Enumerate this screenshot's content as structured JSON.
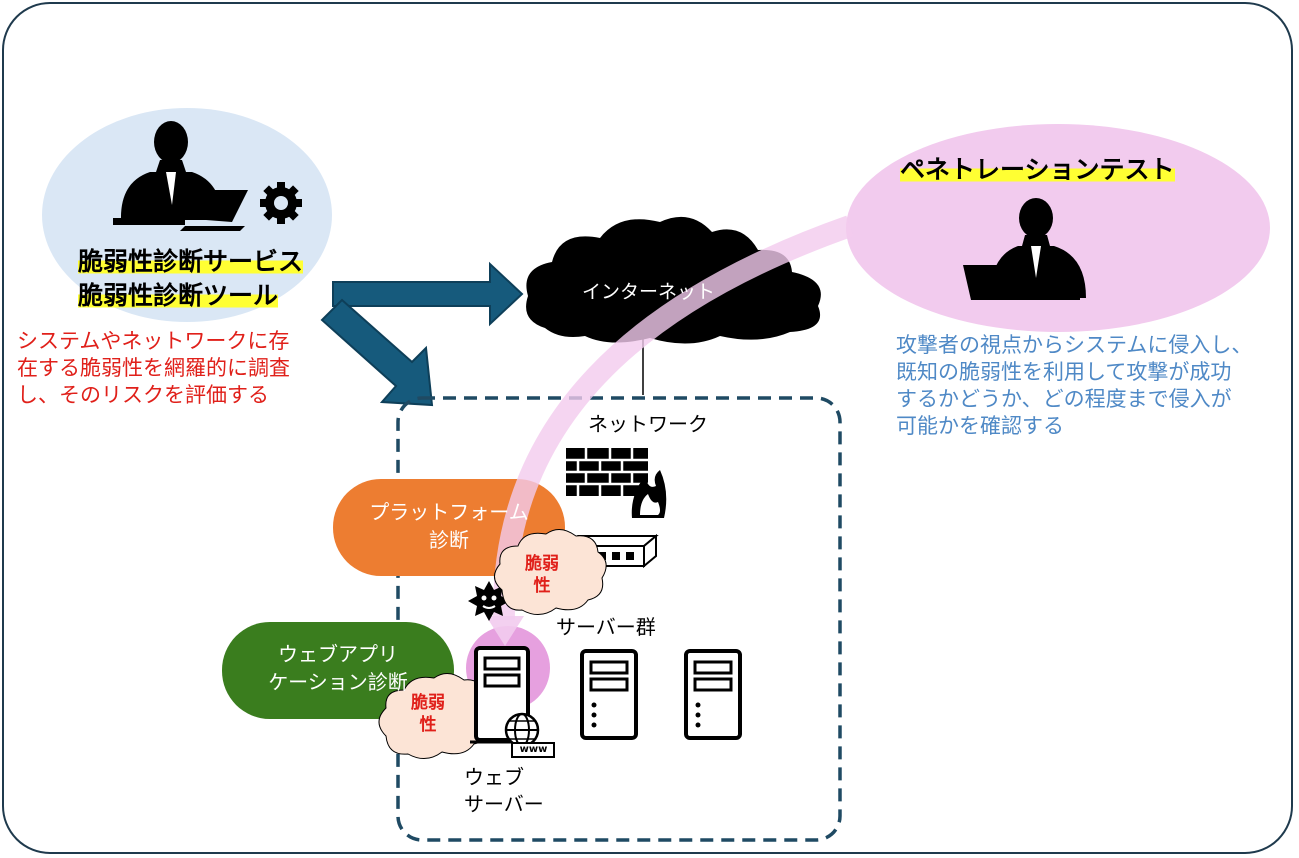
{
  "left_tool": {
    "title_line1": "脆弱性診断サービス",
    "title_line2": "脆弱性診断ツール",
    "description": [
      "システムやネットワークに存",
      "在する脆弱性を網羅的に調査",
      "し、そのリスクを評価する"
    ]
  },
  "right_test": {
    "title": "ペネトレーションテスト",
    "description": [
      "攻撃者の視点からシステムに侵入し、",
      "既知の脆弱性を利用して攻撃が成功",
      "するかどうか、どの程度まで侵入が",
      "可能かを確認する"
    ]
  },
  "internet_label": "インターネット",
  "network_label": "ネットワーク",
  "platform_label": [
    "プラットフォーム",
    "診断"
  ],
  "webapp_label": [
    "ウェブアプリ",
    "ケーション診断"
  ],
  "vuln_label": [
    "脆弱",
    "性"
  ],
  "server_group_label": "サーバー群",
  "web_server_label": [
    "ウェブ",
    "サーバー"
  ],
  "www_label": "www",
  "colors": {
    "left_circle": "#dae7f5",
    "right_circle": "#f2cbee",
    "arrow": "#165a7c",
    "platform": "#ed7d31",
    "webapp": "#3a7d1e",
    "dashed_border": "#1f4a63",
    "vuln_cloud": "#fce4d6",
    "pentest_path": "#f2cbee"
  }
}
